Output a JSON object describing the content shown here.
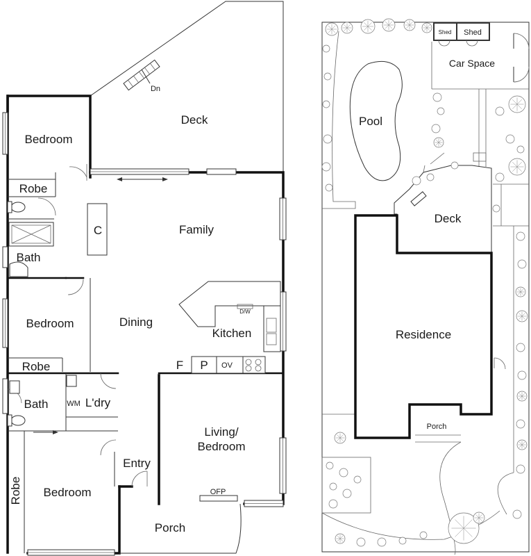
{
  "floor_plan": {
    "deck": "Deck",
    "deck_stair": "Dn",
    "bedroom_1": "Bedroom",
    "robe_1": "Robe",
    "bath_1": "Bath",
    "cupboard": "C",
    "family": "Family",
    "dining": "Dining",
    "kitchen": "Kitchen",
    "dishwasher": "D/W",
    "fridge": "F",
    "pantry": "P",
    "oven": "OV",
    "bedroom_2": "Bedroom",
    "robe_2": "Robe",
    "bath_2": "Bath",
    "washing_machine": "WM",
    "laundry": "L'dry",
    "living_line1": "Living/",
    "living_line2": "Bedroom",
    "fireplace": "OFP",
    "entry": "Entry",
    "bedroom_3": "Bedroom",
    "robe_3": "Robe",
    "porch": "Porch"
  },
  "site_plan": {
    "shed_small": "Shed",
    "shed_large": "Shed",
    "car_space": "Car Space",
    "pool": "Pool",
    "deck": "Deck",
    "residence": "Residence",
    "porch": "Porch"
  }
}
